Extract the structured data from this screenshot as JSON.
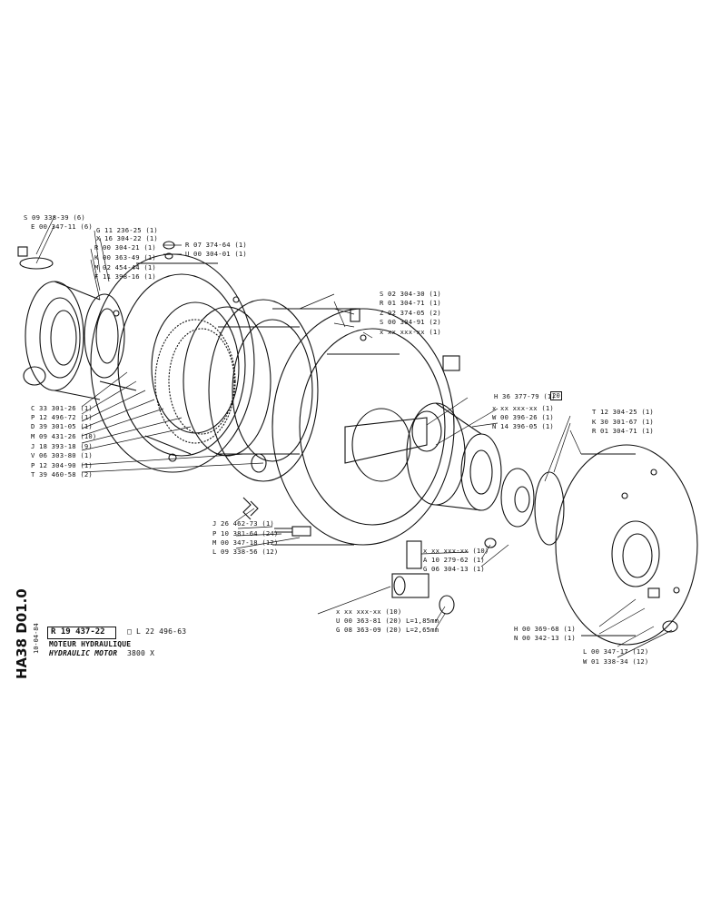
{
  "sheet": {
    "code": "HA38 D01.0",
    "date": "10-04-84",
    "ref": "R 19 437-22",
    "ref_alt": "L 22 496-63",
    "title_fr": "MOTEUR HYDRAULIQUE",
    "title_en": "HYDRAULIC MOTOR",
    "model": "3800 X"
  },
  "labels": {
    "l01": "S 09 338-39 (6)",
    "l02": "E 00 347-11 (6)",
    "l03": "G 11 236-25 (1)",
    "l04": "X 16 304-22 (1)",
    "l05": "R 00 304-21 (1)",
    "l06": "K 00 363-49 (1)",
    "l07": "M 02 454-44 (1)",
    "l08": "F 11 398-16 (1)",
    "l09": "R 07 374-64 (1)",
    "l10": "U 00 304-01 (1)",
    "l11": "S 02 304-30 (1)",
    "l12": "R 01 304-71 (1)",
    "l13": "Z 02 374-05 (2)",
    "l14": "S 00 304-91 (2)",
    "l15": "x xx xxx-xx (1)",
    "l16": "H 36 377-79 (1)",
    "l16b": "20",
    "l17": "x xx xxx-xx (1)",
    "l18": "W 00 396-26 (1)",
    "l19": "N 14 396-05 (1)",
    "l20": "T 12 304-25 (1)",
    "l21": "K 30 301-67 (1)",
    "l22": "R 01 304-71 (1)",
    "l23": "C 33 301-26 (1)",
    "l24": "P 12 496-72 (1)",
    "l25": "D 39 301-05 (1)",
    "l26": "M 09 431-26 (10)",
    "l27": "J 18 393-18 (9)",
    "l28": "V 06 303-80 (1)",
    "l29": "P 12 304-90 (1)",
    "l30": "T 39 460-58 (2)",
    "l31": "J 26 462-73 (1)",
    "l32": "P 10 381-64 (24)",
    "l33": "M 00 347-18 (12)",
    "l34": "L 09 338-56 (12)",
    "l35": "x xx xxx-xx (10)",
    "l36": "A 10 279-62 (1)",
    "l37": "G 06 304-13 (1)",
    "l38": "x xx xxx-xx (10)",
    "l39": "U 00 363-81 (20) L=1,85mm",
    "l40": "G 08 363-09 (20) L=2,65mm",
    "l41": "H 00 369-68 (1)",
    "l42": "N 00 342-13 (1)",
    "l43": "L 00 347-17 (12)",
    "l44": "W 01 338-34 (12)"
  }
}
